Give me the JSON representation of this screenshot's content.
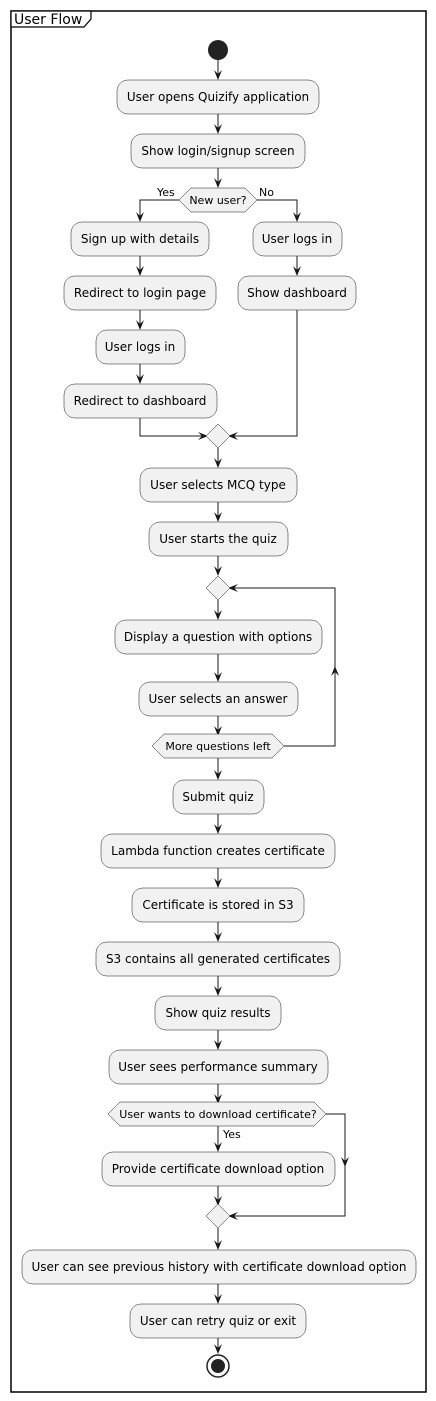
{
  "frame": {
    "title": "User Flow"
  },
  "colors": {
    "node_fill": "#f1f1f1",
    "stroke": "#181818"
  },
  "nodes": {
    "open_app": "User opens Quizify application",
    "show_login": "Show login/signup screen",
    "sign_up": "Sign up with details",
    "redirect_login": "Redirect to login page",
    "logs_in_new": "User logs in",
    "redirect_dashboard": "Redirect to dashboard",
    "logs_in_existing": "User logs in",
    "show_dashboard": "Show dashboard",
    "select_mcq": "User selects MCQ type",
    "start_quiz": "User starts the quiz",
    "display_question": "Display a question with options",
    "select_answer": "User selects an answer",
    "submit_quiz": "Submit quiz",
    "lambda_cert": "Lambda function creates certificate",
    "cert_stored": "Certificate is stored in S3",
    "s3_contains": "S3 contains all generated certificates",
    "show_results": "Show quiz results",
    "perf_summary": "User sees performance summary",
    "download_option": "Provide certificate download option",
    "history": "User can see previous history with certificate download option",
    "retry_exit": "User can retry quiz or exit"
  },
  "decisions": {
    "new_user": "New user?",
    "more_questions": "More questions left",
    "download_cert": "User wants to download certificate?"
  },
  "branch_labels": {
    "new_user_yes": "Yes",
    "new_user_no": "No",
    "download_yes": "Yes"
  }
}
